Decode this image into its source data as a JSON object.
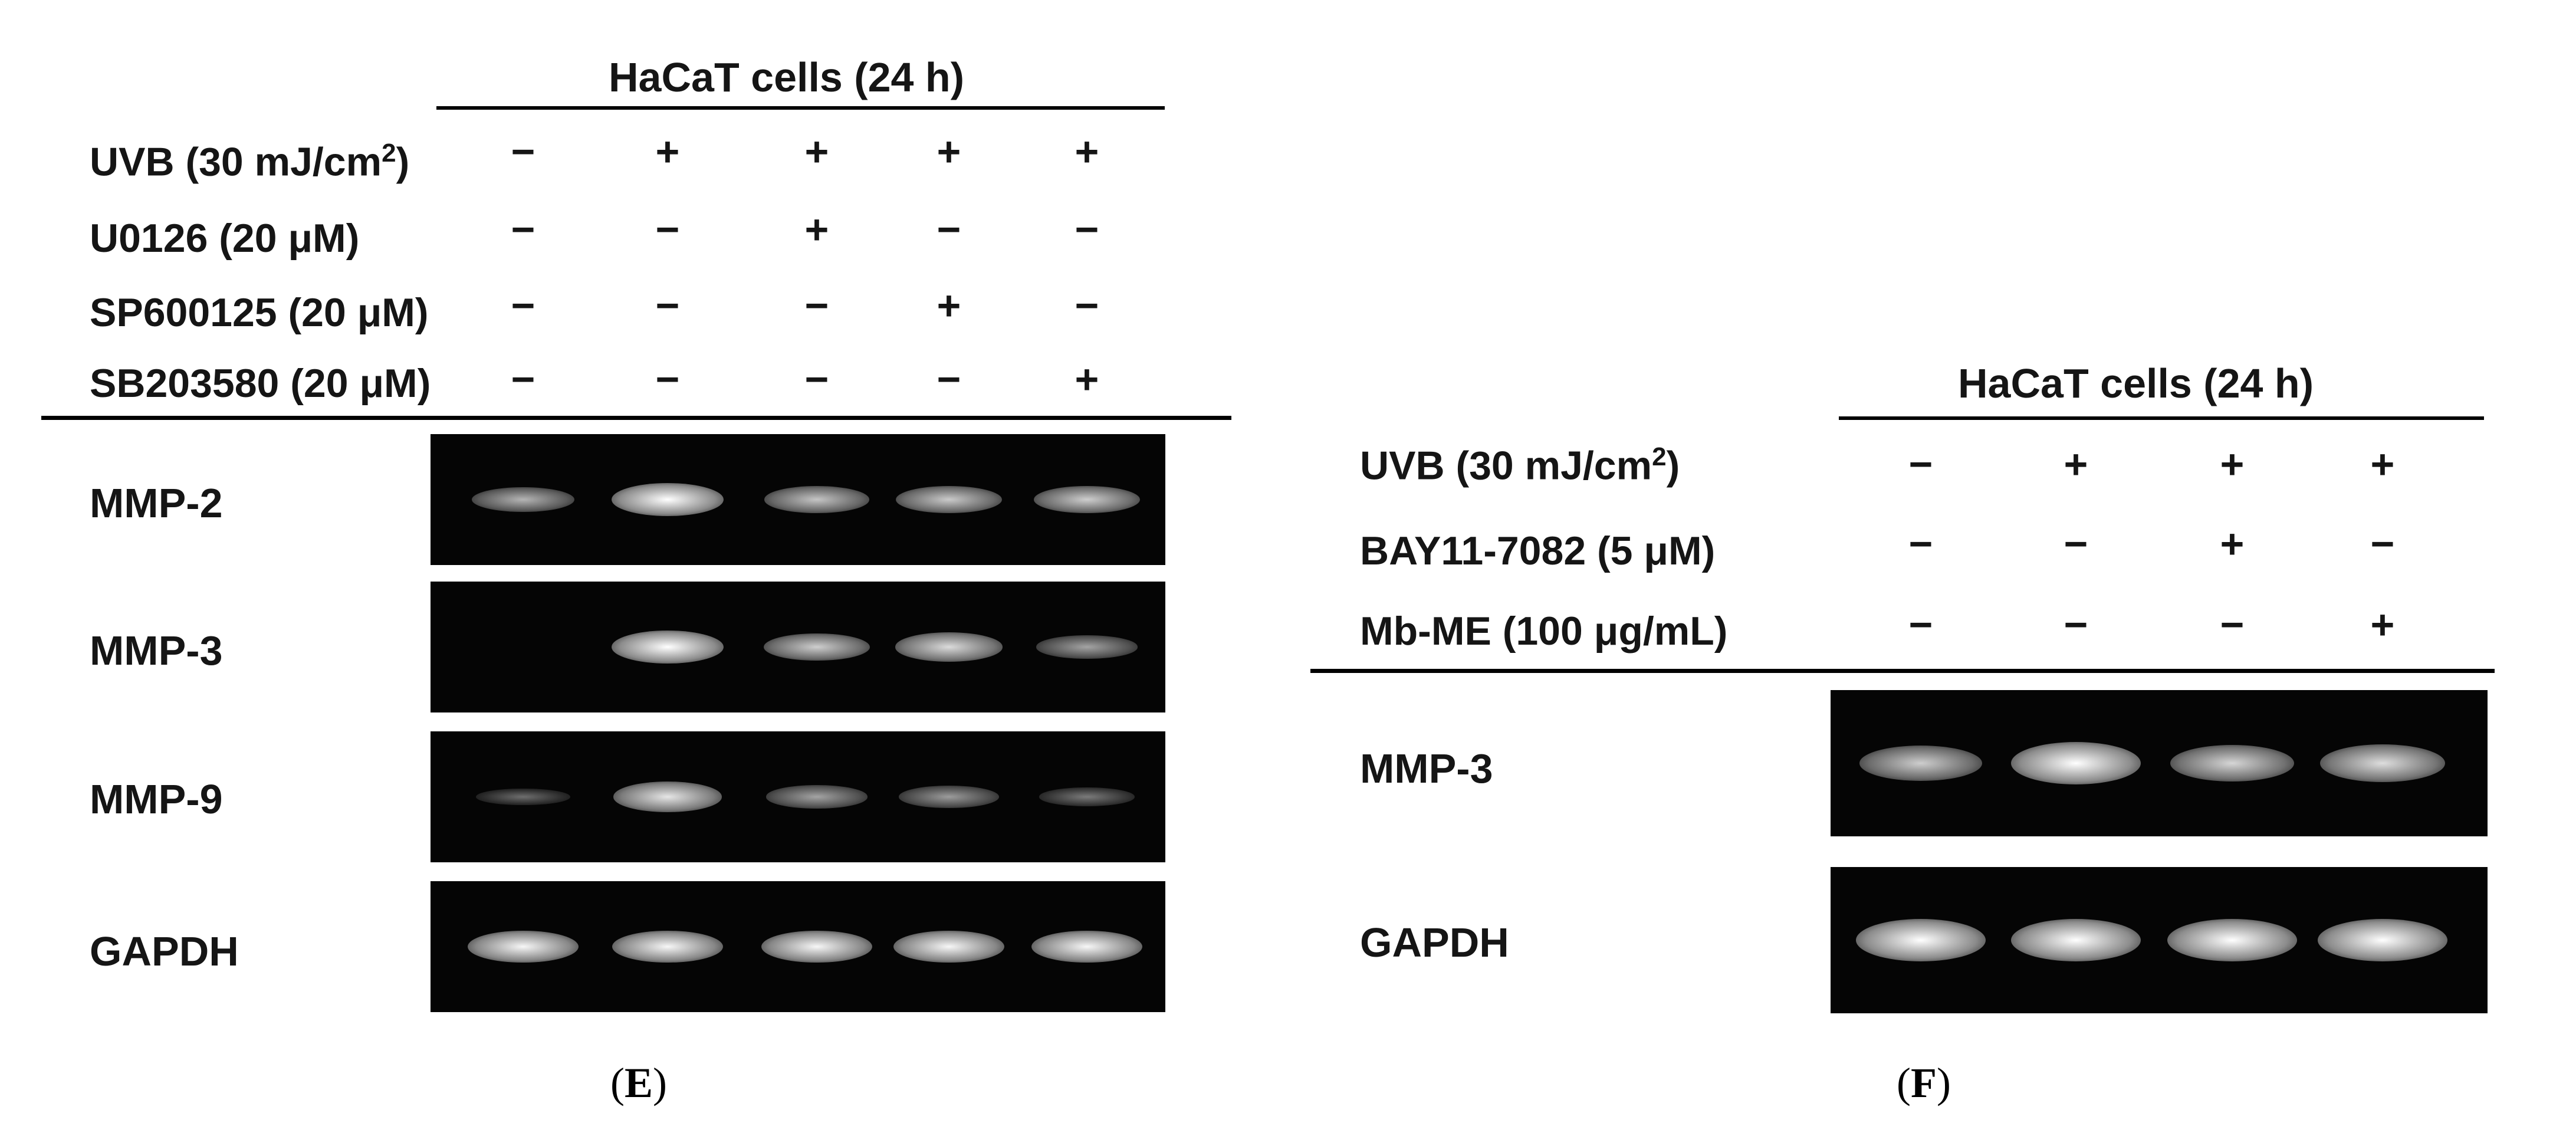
{
  "panelE": {
    "header": "HaCaT cells (24 h)",
    "treatments": [
      {
        "name": "UVB (30 mJ/cm",
        "sup": "2",
        "tail": ")",
        "signs": [
          "−",
          "+",
          "+",
          "+",
          "+"
        ]
      },
      {
        "name": "U0126 (20 μM)",
        "sup": "",
        "tail": "",
        "signs": [
          "−",
          "−",
          "+",
          "−",
          "−"
        ]
      },
      {
        "name": "SP600125 (20 μM)",
        "sup": "",
        "tail": "",
        "signs": [
          "−",
          "−",
          "−",
          "+",
          "−"
        ]
      },
      {
        "name": "SB203580 (20 μM)",
        "sup": "",
        "tail": "",
        "signs": [
          "−",
          "−",
          "−",
          "−",
          "+"
        ]
      }
    ],
    "gels": [
      {
        "label": "MMP-2",
        "intensity": [
          0.55,
          1.0,
          0.65,
          0.68,
          0.7
        ]
      },
      {
        "label": "MMP-3",
        "intensity": [
          0.0,
          1.0,
          0.7,
          0.78,
          0.45
        ]
      },
      {
        "label": "MMP-9",
        "intensity": [
          0.12,
          0.85,
          0.45,
          0.4,
          0.2
        ]
      },
      {
        "label": "GAPDH",
        "intensity": [
          0.95,
          0.95,
          0.95,
          0.95,
          0.95
        ]
      }
    ],
    "letter_open": "(",
    "letter": "E",
    "letter_close": ")"
  },
  "panelF": {
    "header": "HaCaT cells (24 h)",
    "treatments": [
      {
        "name": "UVB (30 mJ/cm",
        "sup": "2",
        "tail": ")",
        "signs": [
          "−",
          "+",
          "+",
          "+"
        ]
      },
      {
        "name": "BAY11-7082  (5 μM)",
        "sup": "",
        "tail": "",
        "signs": [
          "−",
          "−",
          "+",
          "−"
        ]
      },
      {
        "name": "Mb-ME (100 μg/mL)",
        "sup": "",
        "tail": "",
        "signs": [
          "−",
          "−",
          "−",
          "+"
        ]
      }
    ],
    "gels": [
      {
        "label": "MMP-3",
        "intensity": [
          0.7,
          1.0,
          0.75,
          0.8
        ]
      },
      {
        "label": "GAPDH",
        "intensity": [
          1.0,
          1.0,
          1.0,
          1.0
        ]
      }
    ],
    "letter_open": "(",
    "letter": "F",
    "letter_close": ")"
  }
}
